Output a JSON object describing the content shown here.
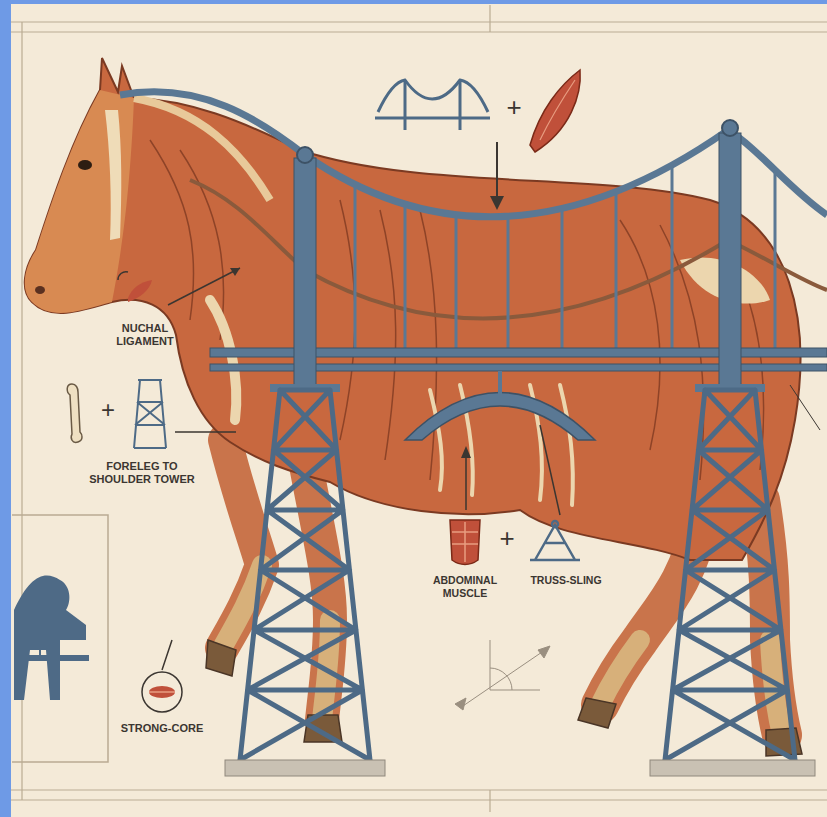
{
  "diagram": {
    "labels": [
      "+",
      "NUCHAL LIGAMENT",
      "+",
      "FORELEG TO SHOULDER TOWER",
      "ABDOMINAL MUSCLE",
      "+",
      "TRUSS-SLING",
      "STRONG-CORE"
    ]
  }
}
